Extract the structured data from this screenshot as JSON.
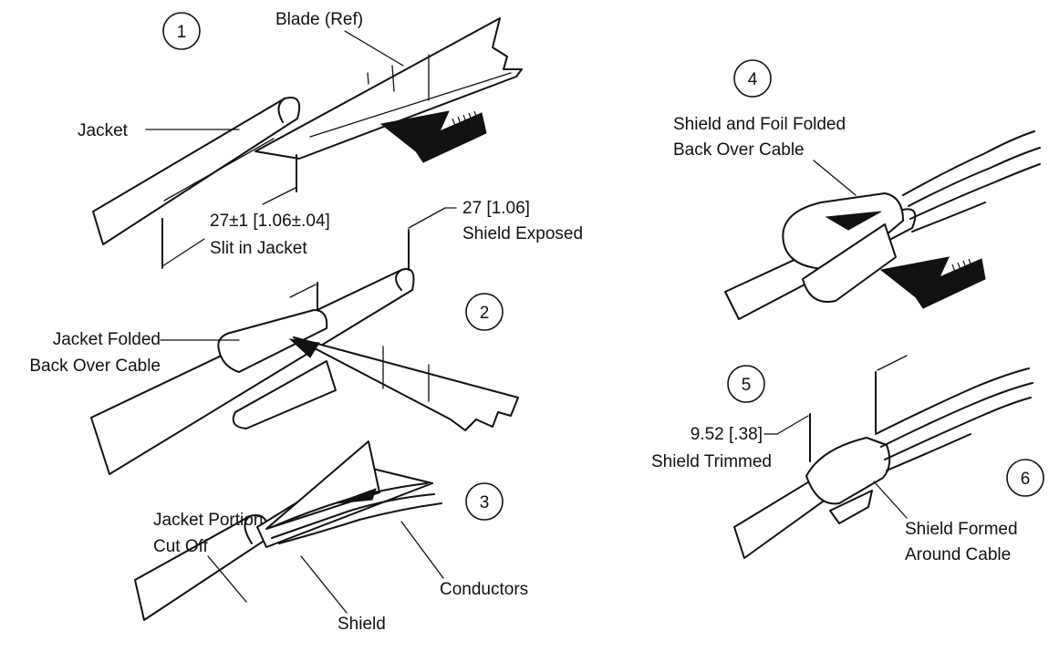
{
  "steps": [
    "1",
    "2",
    "3",
    "4",
    "5",
    "6"
  ],
  "labels": {
    "blade": "Blade (Ref)",
    "jacket": "Jacket",
    "slit_dim": "27±1 [1.06±.04]",
    "slit_text": "Slit in Jacket",
    "exposed_dim": "27 [1.06]",
    "exposed_text": "Shield Exposed",
    "folded_line1": "Jacket Folded",
    "folded_line2": "Back Over Cable",
    "cutoff_line1": "Jacket Portion",
    "cutoff_line2": "Cut Off",
    "conductors": "Conductors",
    "shield": "Shield",
    "foil_line1": "Shield and Foil Folded",
    "foil_line2": "Back Over Cable",
    "trim_dim": "9.52 [.38]",
    "trim_text": "Shield Trimmed",
    "formed_line1": "Shield Formed",
    "formed_line2": "Around Cable"
  }
}
